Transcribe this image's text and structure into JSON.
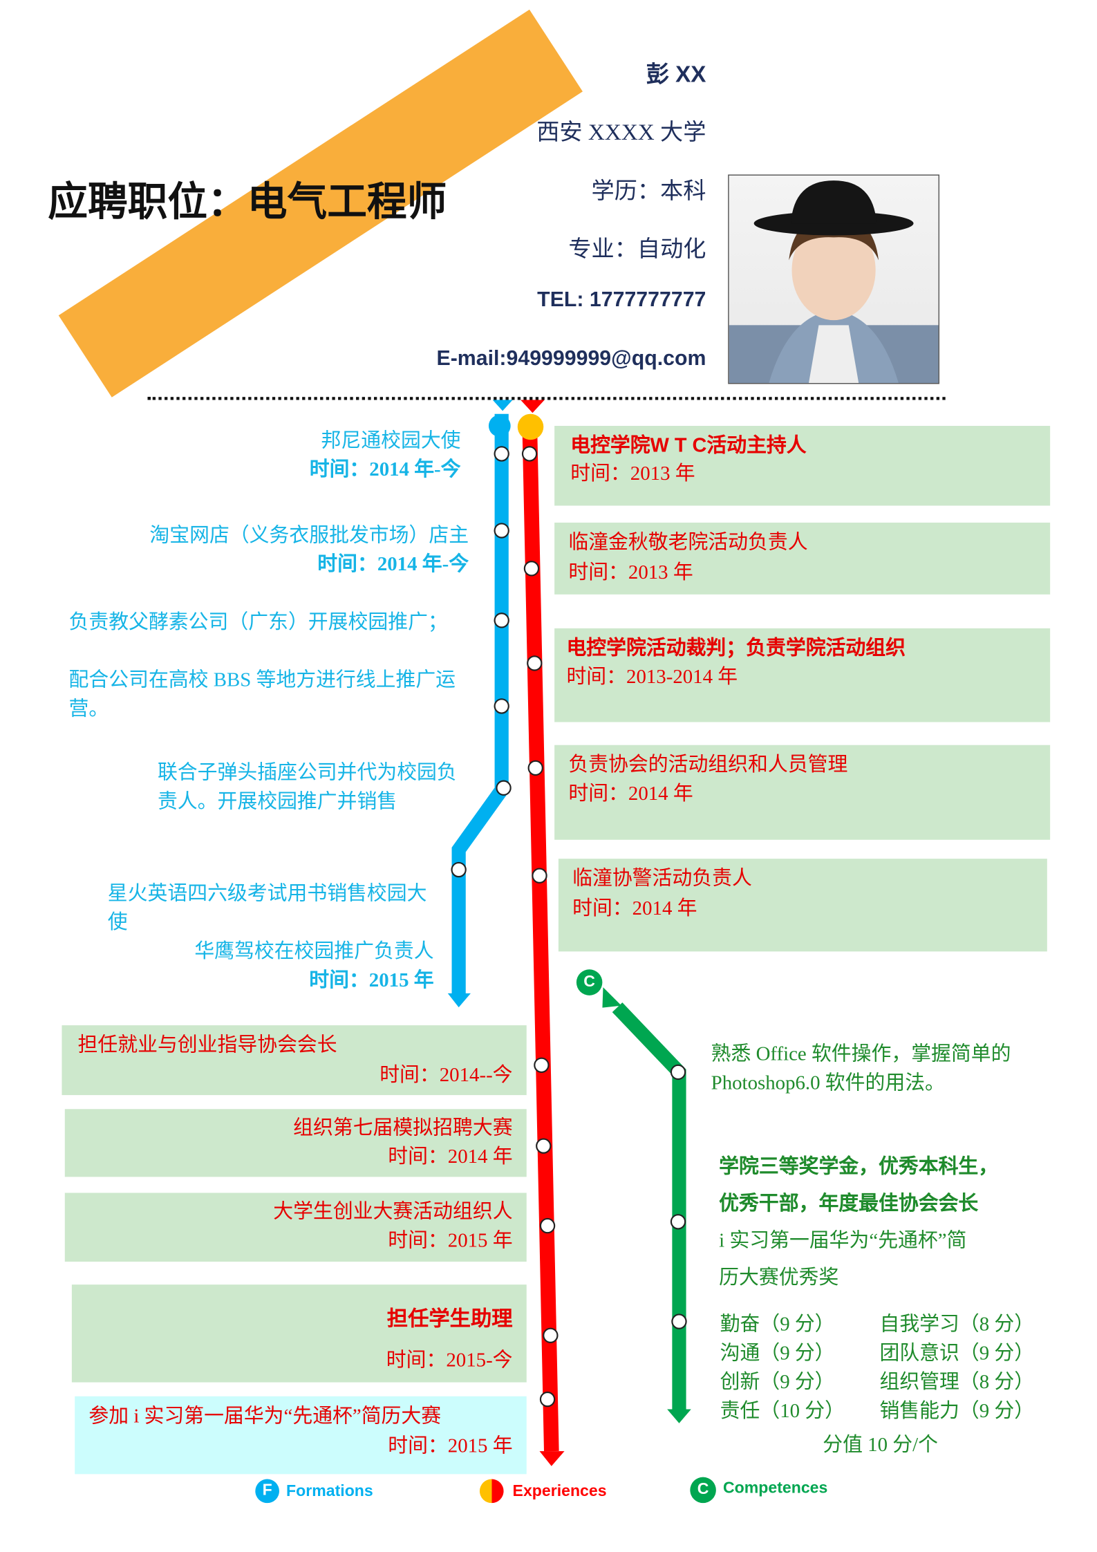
{
  "header": {
    "position_title": "应聘职位：电气工程师",
    "name": "彭 XX",
    "school": "西安 XXXX 大学",
    "education": "学历：本科",
    "major": "专业：自动化",
    "tel": "TEL: 1777777777",
    "email": "E-mail:949999999@qq.com"
  },
  "formations": [
    {
      "text": "邦尼通校园大使",
      "time": "时间：2014 年-今"
    },
    {
      "text": "淘宝网店（义务衣服批发市场）店主",
      "time": "时间：2014 年-今"
    },
    {
      "text": "负责教父酵素公司（广东）开展校园推广；"
    },
    {
      "text": "配合公司在高校 BBS 等地方进行线上推广运营。"
    },
    {
      "text": "联合子弹头插座公司并代为校园负责人。开展校园推广并销售"
    },
    {
      "text": "星火英语四六级考试用书销售校园大使"
    },
    {
      "text": "华鹰驾校在校园推广负责人",
      "time": "时间：2015 年"
    }
  ],
  "experiences_right": [
    {
      "text": "电控学院W T C活动主持人",
      "time": "时间：2013 年"
    },
    {
      "text": "临潼金秋敬老院活动负责人",
      "time": "时间：2013 年"
    },
    {
      "text": "电控学院活动裁判；负责学院活动组织",
      "time": "时间：2013-2014 年"
    },
    {
      "text": "负责协会的活动组织和人员管理",
      "time": "时间：2014 年"
    },
    {
      "text": "临潼协警活动负责人",
      "time": "时间：2014 年"
    }
  ],
  "experiences_left": [
    {
      "text": "担任就业与创业指导协会会长",
      "time": "时间：2014--今"
    },
    {
      "text": "组织第七届模拟招聘大赛",
      "time": "时间：2014 年"
    },
    {
      "text": "大学生创业大赛活动组织人",
      "time": "时间：2015 年"
    },
    {
      "text": "担任学生助理",
      "time": "时间：2015-今"
    },
    {
      "text": "参加 i 实习第一届华为“先通杯”简历大赛",
      "time": "时间：2015 年"
    }
  ],
  "competences": {
    "software": "熟悉 Office 软件操作，掌握简单的 Photoshop6.0 软件的用法。",
    "awards_bold_1": "学院三等奖学金，优秀本科生，",
    "awards_bold_2": "优秀干部，年度最佳协会会长",
    "award_3_1": "i 实习第一届华为“先通杯”简",
    "award_3_2": "历大赛优秀奖",
    "skills": [
      "勤奋（9 分）",
      "自我学习（8 分）",
      "沟通（9 分）",
      "团队意识（9 分）",
      "创新（9 分）",
      "组织管理（8 分）",
      "责任（10 分）",
      "销售能力（9 分）"
    ],
    "scale_note": "分值 10 分/个"
  },
  "legend": {
    "f_letter": "F",
    "formations": "Formations",
    "experiences": "Experiences",
    "c_letter": "C",
    "competences": "Competences"
  },
  "colors": {
    "blue": "#00b0f0",
    "red": "#ff0000",
    "green": "#00a650",
    "orange": "#f9ae3b",
    "box": "#cde8cc"
  }
}
